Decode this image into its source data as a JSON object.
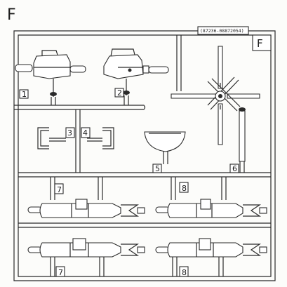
{
  "sheet": {
    "sprue_letter": "F",
    "frame_letter": "F",
    "part_code": "(87236-08872054)"
  },
  "parts": {
    "p1": "1",
    "p2": "2",
    "p3": "3",
    "p4": "4",
    "p5": "5",
    "p6": "6",
    "p7_top": "7",
    "p7_bottom": "7",
    "p8_top": "8",
    "p8_bottom": "8"
  },
  "colors": {
    "line": "#2a2a2a",
    "paper": "#fcfcfa"
  }
}
